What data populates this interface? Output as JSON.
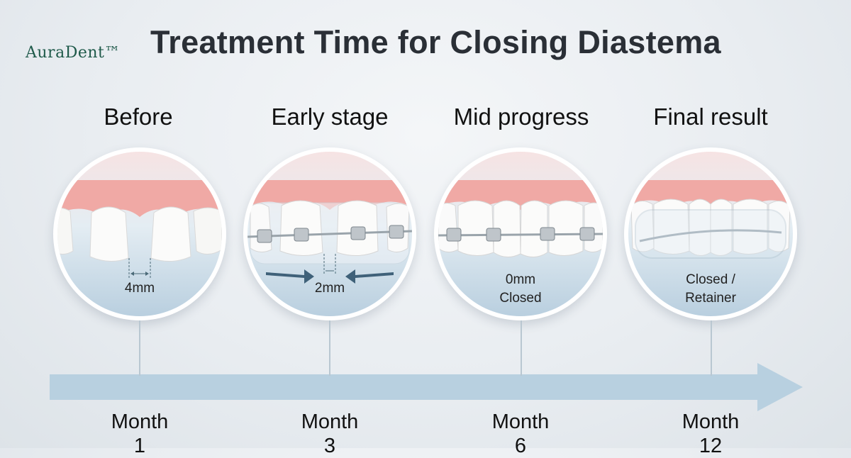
{
  "brand": "AuraDent™",
  "title": "Treatment Time for Closing Diastema",
  "stages": [
    {
      "label": "Before",
      "gap_text": "4mm",
      "month": "Month",
      "month_num": "1"
    },
    {
      "label": "Early stage",
      "gap_text": "2mm",
      "month": "Month",
      "month_num": "3"
    },
    {
      "label": "Mid progress",
      "gap_text_1": "0mm",
      "gap_text_2": "Closed",
      "month": "Month",
      "month_num": "6"
    },
    {
      "label": "Final result",
      "gap_text_1": "Closed /",
      "gap_text_2": "Retainer",
      "month": "Month",
      "month_num": "12"
    }
  ],
  "colors": {
    "gum": "#f0a9a5",
    "arrow": "#b8d0e0",
    "tick": "#b9c7d1",
    "brand": "#1f5a4a"
  }
}
